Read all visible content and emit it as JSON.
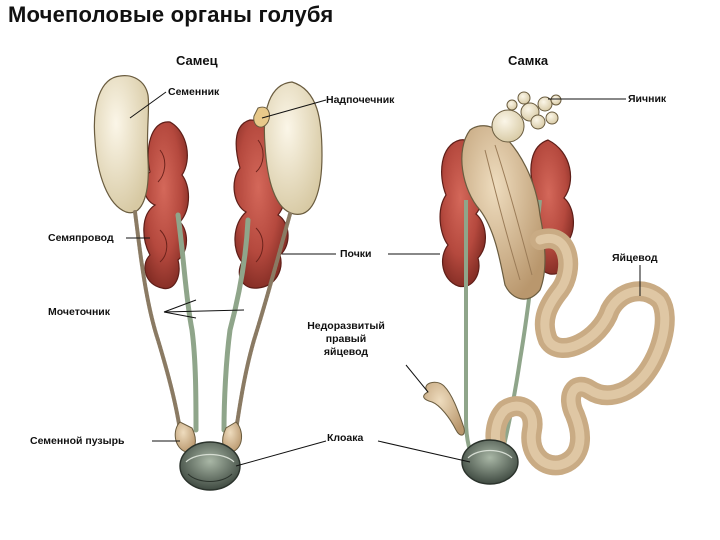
{
  "title": "Мочеполовые органы голубя",
  "male": {
    "header": "Самец",
    "labels": {
      "testis": "Семенник",
      "adrenal": "Надпочечник",
      "vas_deferens": "Семяпровод",
      "kidneys": "Почки",
      "ureter": "Мочеточник",
      "seminal_vesicle": "Семенной пузырь",
      "cloaca": "Клоака"
    }
  },
  "female": {
    "header": "Самка",
    "labels": {
      "ovary": "Яичник",
      "oviduct": "Яйцевод",
      "rudimentary_oviduct": [
        "Недоразвитый",
        "правый",
        "яйцевод"
      ]
    }
  },
  "colors": {
    "kidney": "#b5493e",
    "kidney_dark": "#7e2a22",
    "testis": "#ede3c8",
    "tissue": "#d9bf9a",
    "ureter": "#8fa58a",
    "cloaca": "#6f7f70",
    "line": "#111111"
  }
}
